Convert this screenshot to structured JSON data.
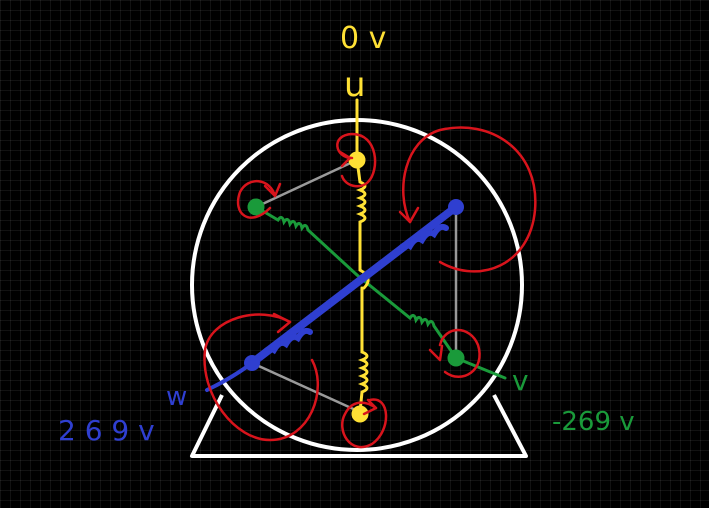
{
  "labels": {
    "u_voltage": "0 v",
    "u_phase": "u",
    "w_phase": "w",
    "w_voltage": "2 6 9 v",
    "v_phase": "v",
    "v_voltage": "-269 v"
  },
  "colors": {
    "background": "#000000",
    "frame": "#ffffff",
    "phase_u": "#ffe135",
    "phase_v": "#1a9a3a",
    "phase_w": "#2f3fd0",
    "flux_arrows": "#d8141c",
    "connector": "#9a9a9a"
  }
}
